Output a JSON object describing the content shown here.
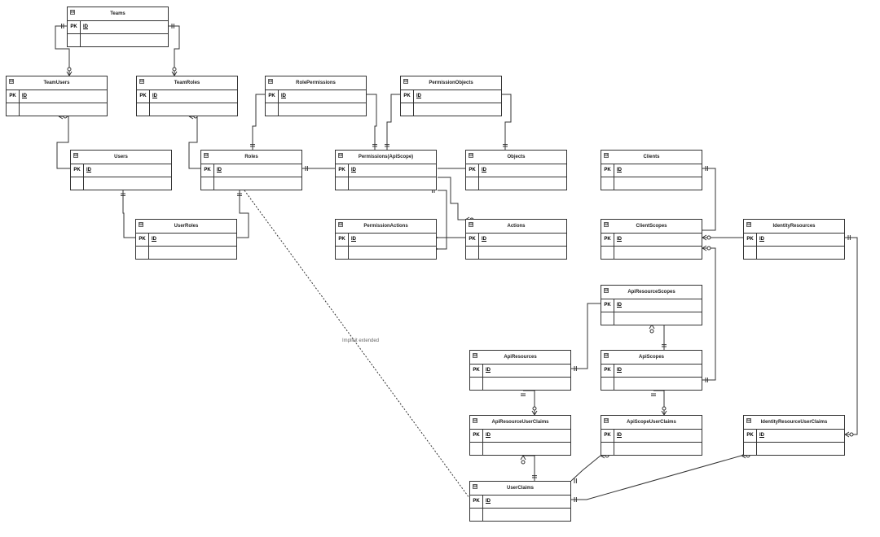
{
  "diagram": {
    "collapse_glyph": "⊟",
    "pk_label": "PK",
    "key_label": "ID",
    "relationship_annotation": "Implicit extended",
    "entities": [
      {
        "id": "teams",
        "title": "Teams"
      },
      {
        "id": "teamusers",
        "title": "TeamUsers"
      },
      {
        "id": "teamroles",
        "title": "TeamRoles"
      },
      {
        "id": "rolepermissions",
        "title": "RolePermissions"
      },
      {
        "id": "permissionobjects",
        "title": "PermissionObjects"
      },
      {
        "id": "users",
        "title": "Users"
      },
      {
        "id": "roles",
        "title": "Roles"
      },
      {
        "id": "permissions",
        "title": "Permissions(ApiScope)"
      },
      {
        "id": "objects",
        "title": "Objects"
      },
      {
        "id": "clients",
        "title": "Clients"
      },
      {
        "id": "userroles",
        "title": "UserRoles"
      },
      {
        "id": "permissionactions",
        "title": "PermissionActions"
      },
      {
        "id": "actions",
        "title": "Actions"
      },
      {
        "id": "clientscopes",
        "title": "ClientScopes"
      },
      {
        "id": "identityresources",
        "title": "IdentityResources"
      },
      {
        "id": "apiresourcescopes",
        "title": "ApiResourceScopes"
      },
      {
        "id": "apiresources",
        "title": "ApiResources"
      },
      {
        "id": "apiscopes",
        "title": "ApiScopes"
      },
      {
        "id": "apiresourceuserclaims",
        "title": "ApiResourceUserClaims"
      },
      {
        "id": "apiscopeuserclaims",
        "title": "ApiScopeUserClaims"
      },
      {
        "id": "identityresourceuserclaims",
        "title": "IdentityResourceUserClaims"
      },
      {
        "id": "userclaims",
        "title": "UserClaims"
      }
    ]
  }
}
